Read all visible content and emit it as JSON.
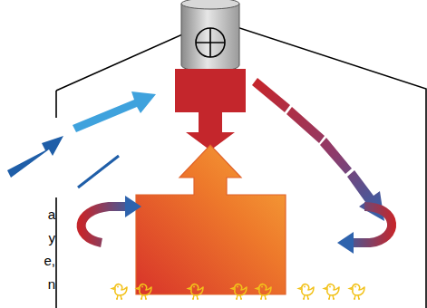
{
  "diagram": {
    "labels": [
      "a",
      "y",
      "e,",
      "n"
    ]
  }
}
